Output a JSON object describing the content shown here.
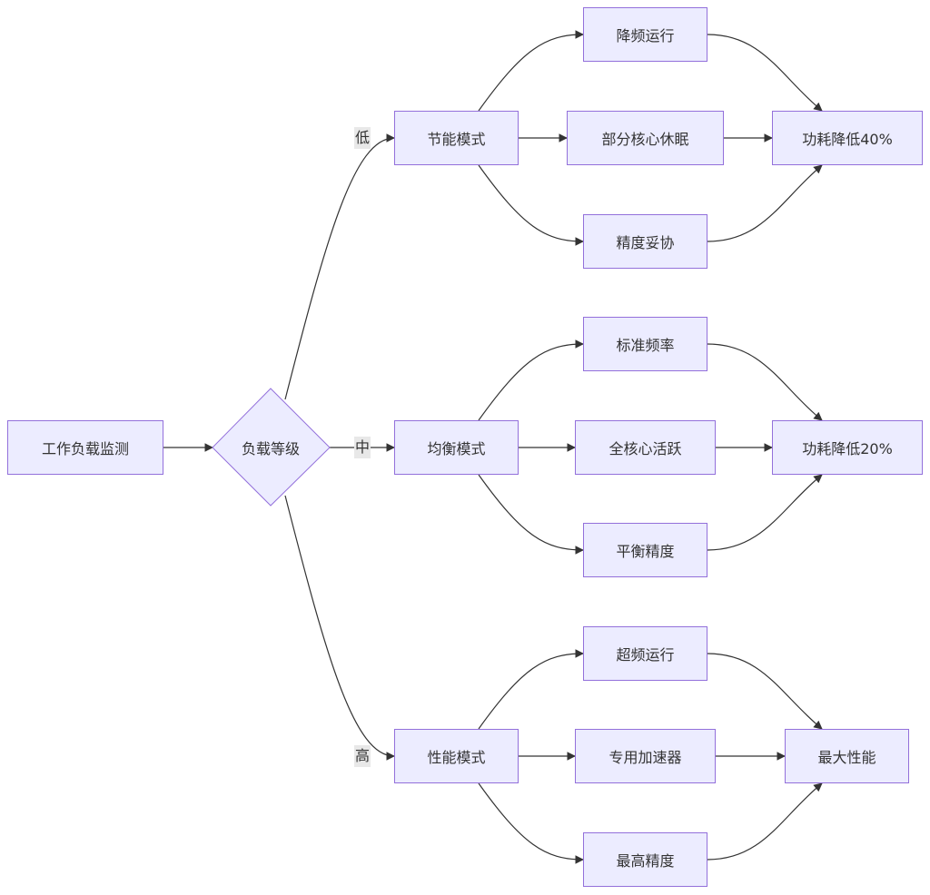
{
  "diagram": {
    "start": "工作负载监测",
    "decision": "负载等级",
    "edge_labels": {
      "low": "低",
      "mid": "中",
      "high": "高"
    },
    "modes": {
      "low": "节能模式",
      "mid": "均衡模式",
      "high": "性能模式"
    },
    "low_branch": {
      "a": "降频运行",
      "b": "部分核心休眠",
      "c": "精度妥协",
      "result": "功耗降低40%"
    },
    "mid_branch": {
      "a": "标准频率",
      "b": "全核心活跃",
      "c": "平衡精度",
      "result": "功耗降低20%"
    },
    "high_branch": {
      "a": "超频运行",
      "b": "专用加速器",
      "c": "最高精度",
      "result": "最大性能"
    }
  },
  "colors": {
    "node_fill": "#ececff",
    "node_border": "#9370db",
    "edge": "#333333",
    "edge_label_bg": "#e8e8e8",
    "text": "#333333"
  }
}
